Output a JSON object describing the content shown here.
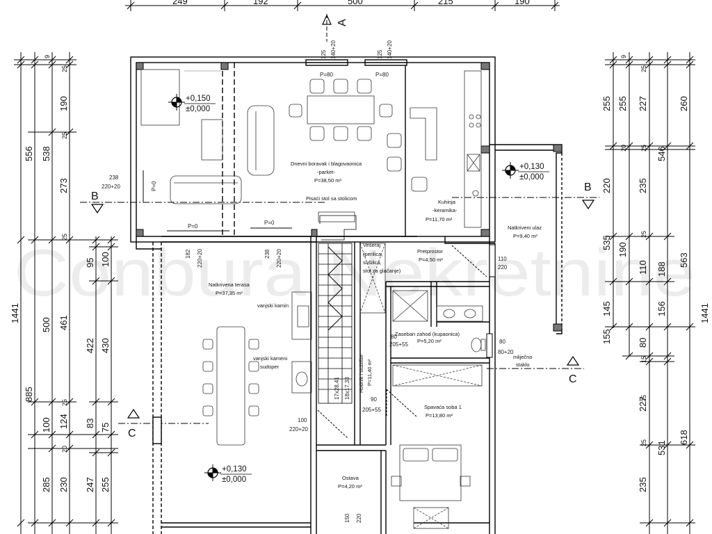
{
  "watermark": "Conbura Nekretnine",
  "dims": {
    "top": [
      "249",
      "192",
      "500",
      "215",
      "190"
    ],
    "left_outer": [
      "1441"
    ],
    "left_2": [
      "556",
      "885"
    ],
    "left_3": [
      "538",
      "500",
      "100",
      "285"
    ],
    "left_4": [
      "190",
      "273",
      "461",
      "124",
      "230"
    ],
    "left_5": [
      "95",
      "422",
      "83",
      "247"
    ],
    "left_6": [
      "100",
      "430",
      "75",
      "255"
    ],
    "right_1": [
      "255",
      "220",
      "535",
      "145",
      "155"
    ],
    "right_2": [
      "227",
      "235",
      "190",
      "110",
      "80"
    ],
    "right_3": [
      "546",
      "188",
      "156",
      "227",
      "531",
      "235"
    ],
    "right_4": [
      "260",
      "563",
      "618"
    ],
    "right_outer": [
      "1441"
    ],
    "right_small": [
      "9",
      "25",
      "20",
      "25",
      "25",
      "15",
      "25",
      "25"
    ],
    "left_small": [
      "9",
      "25",
      "25",
      "25",
      "25",
      "20"
    ]
  },
  "sections": {
    "a": "A",
    "b_left": "B",
    "b_right": "B",
    "c_left": "C",
    "c_right": "C"
  },
  "levels": [
    {
      "top": "+0,150",
      "bottom": "±0,000"
    },
    {
      "top": "+0,130",
      "bottom": "±0,000"
    },
    {
      "top": "+0,130",
      "bottom": "±0,000"
    }
  ],
  "openings": {
    "w1_a": "125",
    "w1_b": "140+20",
    "w1_p": "P=80",
    "w2_a": "125",
    "w2_b": "140+20",
    "w2_p": "P=80",
    "w3_a": "238",
    "w3_b": "220+20",
    "w3_p": "P=0",
    "w4_p": "P=0",
    "w5_p": "P=0",
    "d1_a": "182",
    "d1_b": "220+20",
    "d2_a": "238",
    "d2_b": "220+20",
    "d3_a": "110",
    "d3_b": "220",
    "d4_a": "80",
    "d4_b": "205+55",
    "d5_a": "80",
    "d5_b": "80+20",
    "d6_a": "90",
    "d6_b": "205+55",
    "d7_a": "100",
    "d7_b": "220+20",
    "d8_a": "150",
    "d8_b": "220",
    "stair_a": "17x28,41",
    "stair_b": "18x17,33"
  },
  "rooms": {
    "living_1": "Dnevni boravak i blagovaonica",
    "living_2": "-parket-",
    "living_3": "P=38,50 m²",
    "desk": "Pisaći stol sa stolicom",
    "kitchen_1": "Kuhinja",
    "kitchen_2": "-keramika-",
    "kitchen_3": "P=11,70 m²",
    "entry_1": "Natkriveni ulaz",
    "entry_2": "P=9,40 m²",
    "hall_1": "Pretprostor",
    "hall_2": "P=4,50 m²",
    "wardrobe_1": "Vešeraj",
    "wardrobe_2": "(perilica,",
    "wardrobe_3": "sušilica,",
    "wardrobe_4": "stol za glačanje)",
    "terrace_1": "Natkrivena terasa",
    "terrace_2": "P=37,35 m²",
    "fireplace": "vanjski kamin",
    "sink_1": "vanjski kameni",
    "sink_2": "sudoper",
    "wc_1": "Zaseban zahod (kupaonica)",
    "wc_2": "P=5,20 m²",
    "glass_1": "mliječno",
    "glass_2": "staklo",
    "corridor_1": "Hodnik i stubište",
    "corridor_2": "P=11,40 m²",
    "bedroom_1": "Spavaća soba 1",
    "bedroom_2": "P=13,80 m²",
    "storage_1": "Ostava",
    "storage_2": "P=4,20 m²"
  }
}
